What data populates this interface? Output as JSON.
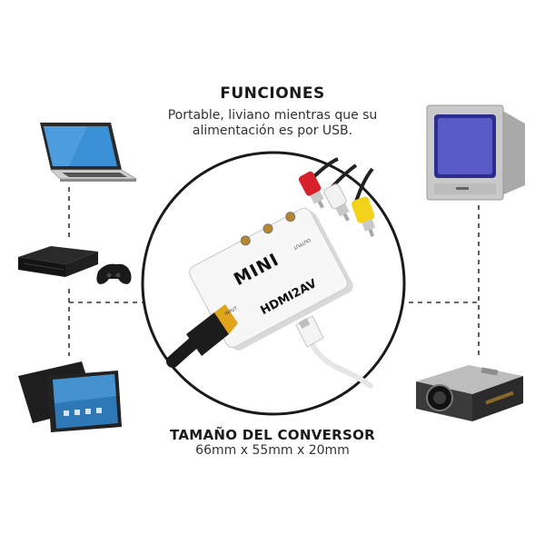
{
  "header": {
    "title": "FUNCIONES",
    "subtitle_line1": "Portable, liviano mientras que su",
    "subtitle_line2": "alimentación es por USB."
  },
  "size": {
    "title": "TAMAÑO DEL CONVERSOR",
    "value": "66mm x 55mm x 20mm"
  },
  "converter": {
    "brand": "MINI",
    "model": "HDMI2AV",
    "port_in": "INPUT",
    "port_out": "OUTPUT"
  },
  "devices": {
    "left": [
      "laptop-icon",
      "game-console-icon",
      "tablet-icon"
    ],
    "right": [
      "crt-tv-icon",
      "projector-icon"
    ]
  },
  "colors": {
    "connector_red": "#d6202a",
    "connector_yellow": "#f3d21a",
    "connector_white": "#f2f2f2",
    "hdmi_gold": "#e1a51c",
    "dashed_line": "#333333"
  }
}
